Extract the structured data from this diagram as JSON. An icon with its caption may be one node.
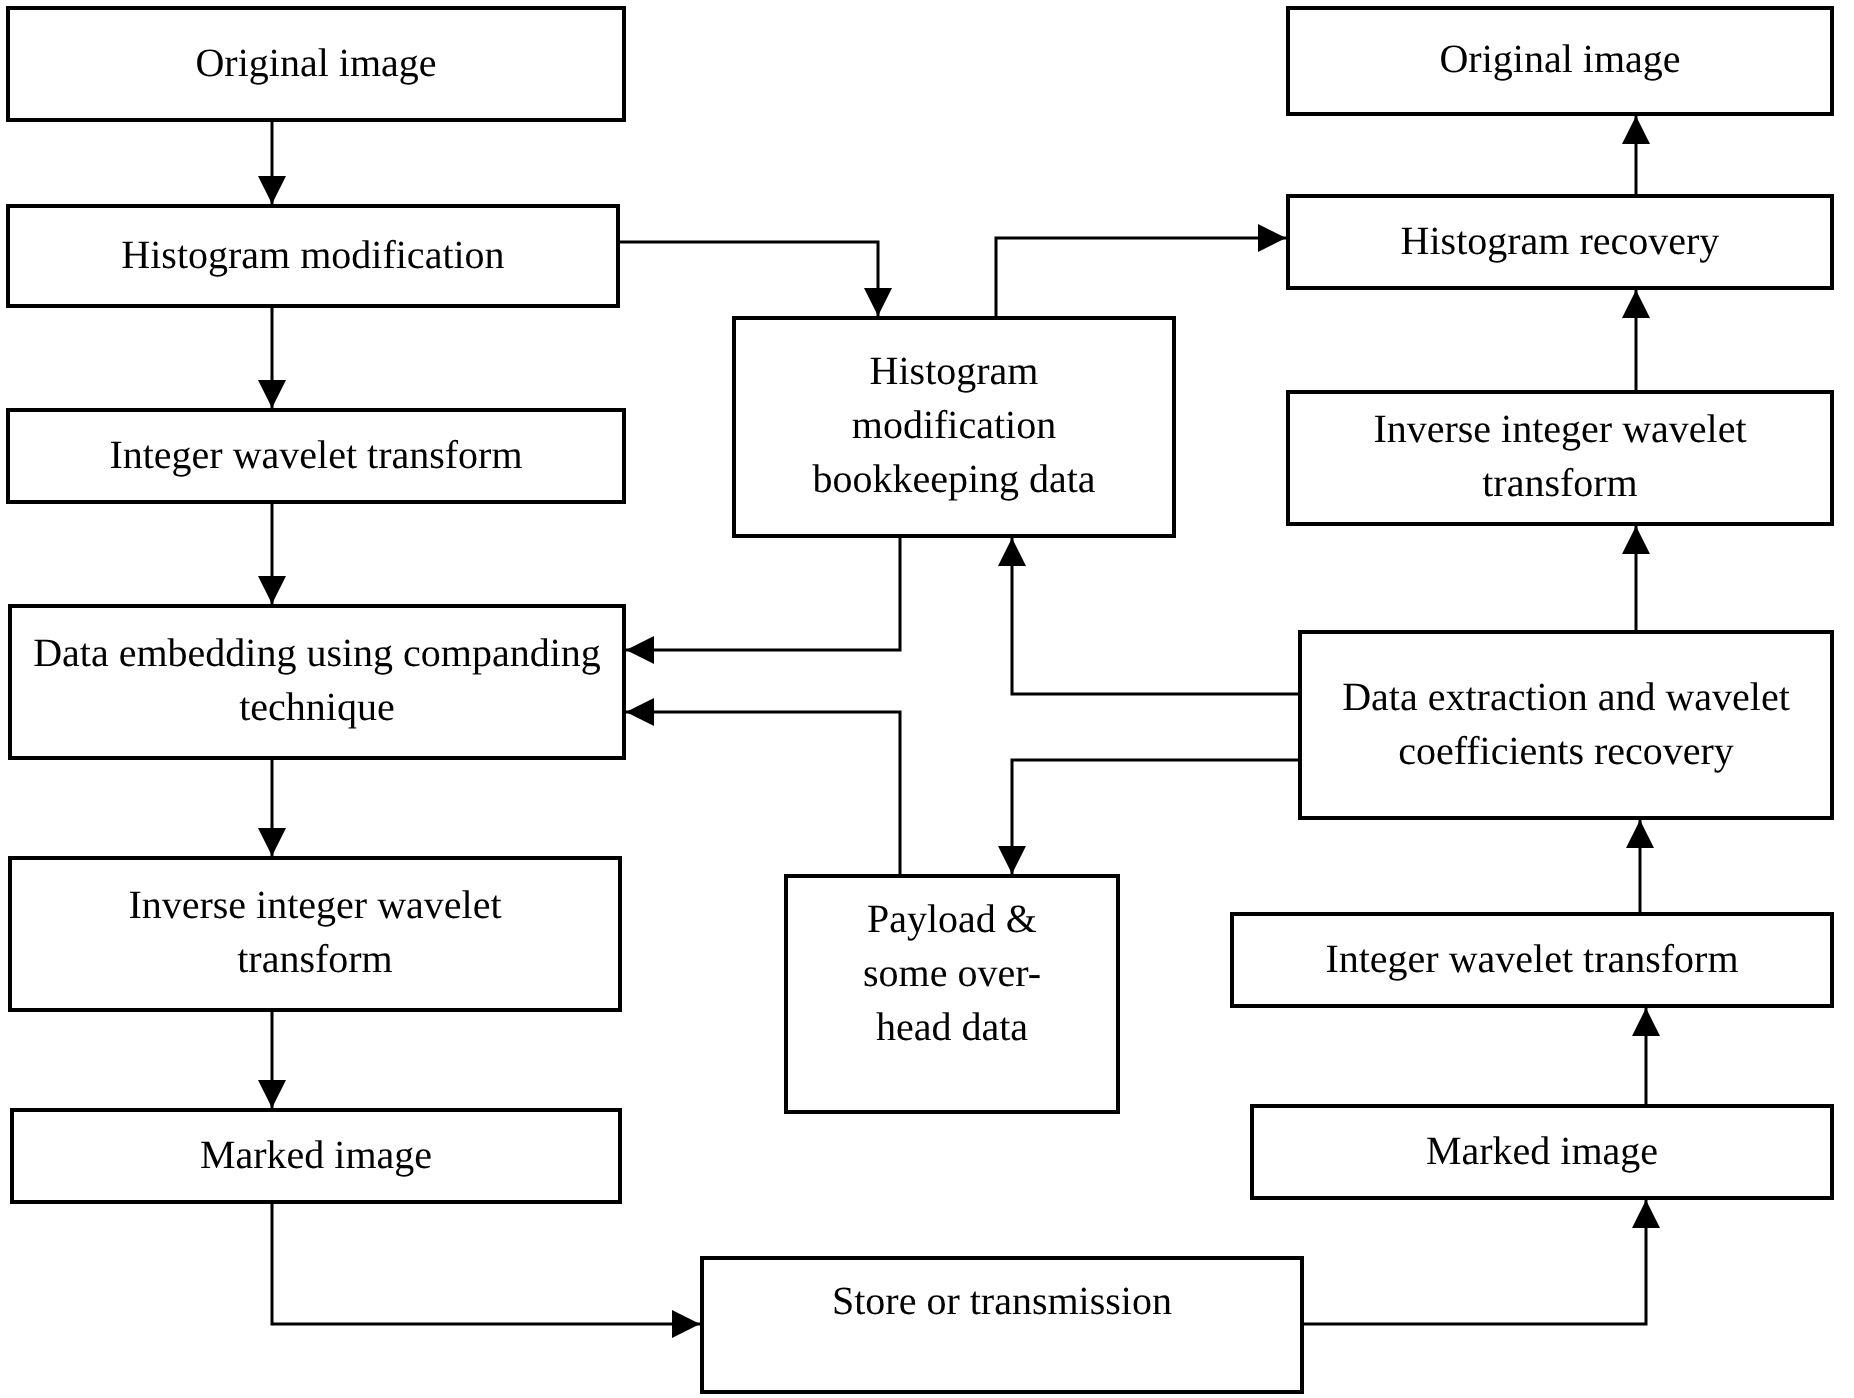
{
  "diagram": {
    "nodes": [
      {
        "text": [
          "Original image"
        ]
      },
      {
        "text": [
          "Histogram modification"
        ]
      },
      {
        "text": [
          "Integer wavelet transform"
        ]
      },
      {
        "text": [
          "Data embedding using companding technique"
        ]
      },
      {
        "text": [
          "Inverse integer wavelet transform"
        ]
      },
      {
        "text": [
          "Marked image"
        ]
      },
      {
        "text": [
          "Histogram modification bookkeeping data"
        ]
      },
      {
        "text": [
          "Payload & some over-head data"
        ]
      },
      {
        "text": [
          "Store or transmission"
        ]
      },
      {
        "text": [
          "Original image"
        ]
      },
      {
        "text": [
          "Histogram recovery"
        ]
      },
      {
        "text": [
          "Inverse integer wavelet transform"
        ]
      },
      {
        "text": [
          "Data extraction and wavelet coefficients recovery"
        ]
      },
      {
        "text": [
          "Integer wavelet transform"
        ]
      },
      {
        "text": [
          "Marked image"
        ]
      }
    ],
    "edges": [
      {
        "from": 0,
        "to": 1,
        "arrow": "to"
      },
      {
        "from": 1,
        "to": 2,
        "arrow": "to"
      },
      {
        "from": 2,
        "to": 3,
        "arrow": "to"
      },
      {
        "from": 3,
        "to": 4,
        "arrow": "to"
      },
      {
        "from": 4,
        "to": 5,
        "arrow": "to"
      },
      {
        "from": 1,
        "to": 6,
        "arrow": "to"
      },
      {
        "from": 6,
        "to": 10,
        "arrow": "to"
      },
      {
        "from": 6,
        "to": 3,
        "arrow": "to"
      },
      {
        "from": 7,
        "to": 3,
        "arrow": "to"
      },
      {
        "from": 12,
        "to": 6,
        "arrow": "to"
      },
      {
        "from": 12,
        "to": 7,
        "arrow": "to"
      },
      {
        "from": 12,
        "to": 11,
        "arrow": "to"
      },
      {
        "from": 11,
        "to": 10,
        "arrow": "to"
      },
      {
        "from": 10,
        "to": 9,
        "arrow": "to"
      },
      {
        "from": 13,
        "to": 12,
        "arrow": "to"
      },
      {
        "from": 14,
        "to": 13,
        "arrow": "to"
      },
      {
        "from": 5,
        "to": 8,
        "arrow": "to"
      },
      {
        "from": 8,
        "to": 14,
        "arrow": "to"
      }
    ]
  }
}
